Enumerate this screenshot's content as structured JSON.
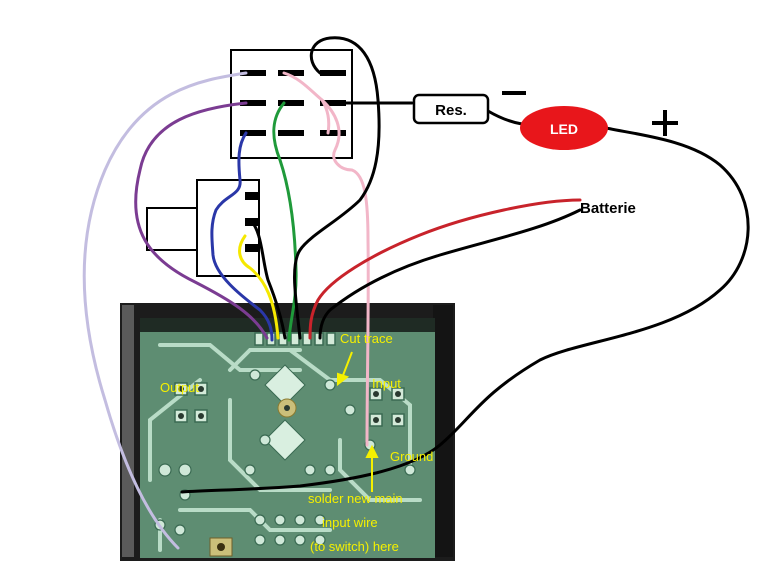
{
  "labels": {
    "resistor": "Res.",
    "led": "LED",
    "minus": "-",
    "plus": "+",
    "battery": "Batterie",
    "cut_trace": "Cut trace",
    "output": "Output",
    "input": "Input",
    "ground": "Ground",
    "solder_line1": "solder new main",
    "solder_line2": "input wire",
    "solder_line3": "(to switch) here"
  },
  "colors": {
    "led": "#e8161b",
    "wire_red": "#c8232b",
    "wire_black": "#000000",
    "wire_pink": "#f2b6c8",
    "wire_green": "#1f9a3a",
    "wire_blue": "#2a37a8",
    "wire_yellow": "#f5e800",
    "wire_purple": "#7b3c92",
    "wire_lavender": "#c3bde0",
    "pcb": "#5e8d72",
    "annotation": "#f5f000"
  }
}
